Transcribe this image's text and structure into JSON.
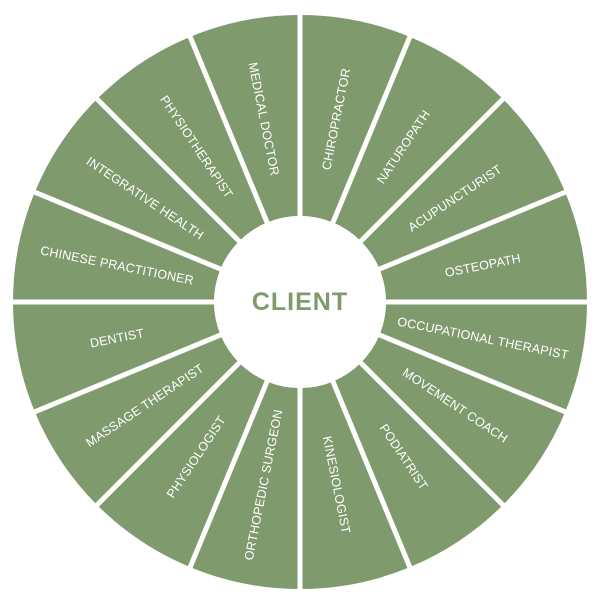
{
  "center_label": "CLIENT",
  "colors": {
    "segment_fill": "#7f9a6c",
    "divider": "#ffffff",
    "center_fill": "#ffffff",
    "center_text": "#7f9a6c",
    "segment_text": "#ffffff"
  },
  "segments": [
    "CHIROPRACTOR",
    "NATUROPATH",
    "ACUPUNCTURIST",
    "OSTEOPATH",
    "OCCUPATIONAL THERAPIST",
    "MOVEMENT COACH",
    "PODIATRIST",
    "KINESIOLOGIST",
    "ORTHOPEDIC SURGEON",
    "PHYSIOLOGIST",
    "MASSAGE THERAPIST",
    "DENTIST",
    "CHINESE PRACTITIONER",
    "INTEGRATIVE HEALTH",
    "PHYSIOTHERAPIST",
    "MEDICAL DOCTOR"
  ]
}
